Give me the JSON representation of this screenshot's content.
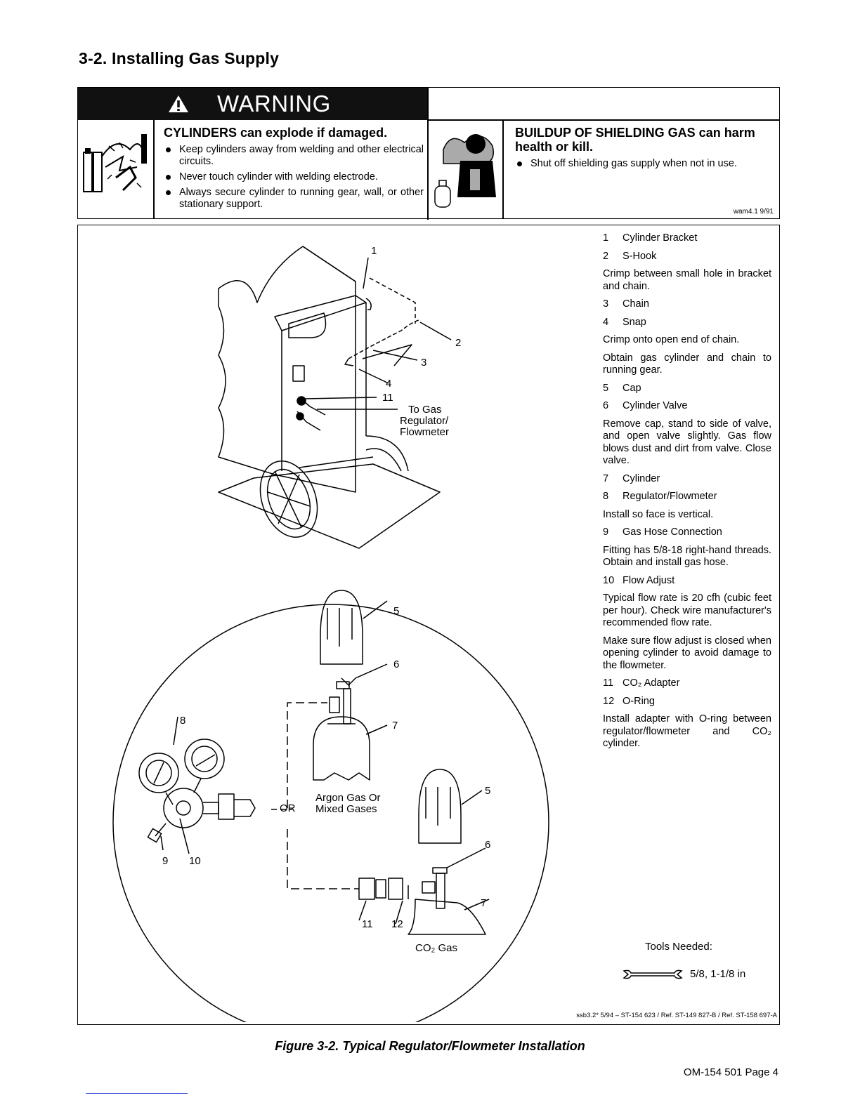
{
  "section_title": "3-2.   Installing Gas Supply",
  "warning": {
    "banner": "WARNING",
    "cylinders": {
      "title": "CYLINDERS can explode if damaged.",
      "bullets": [
        "Keep cylinders away from welding and other electrical circuits.",
        "Never touch cylinder with welding electrode.",
        "Always secure cylinder to running gear, wall, or other stationary support."
      ]
    },
    "shielding_gas": {
      "title": "BUILDUP OF SHIELDING GAS can harm health or kill.",
      "bullets": [
        "Shut off shielding gas supply when not in use."
      ]
    },
    "code": "wam4.1 9/91"
  },
  "diagram_labels": {
    "n1": "1",
    "n2": "2",
    "n3": "3",
    "n4": "4",
    "n11a": "11",
    "to_gas": "To Gas",
    "regulator": "Regulator/",
    "flowmeter": "Flowmeter",
    "n5a": "5",
    "n6a": "6",
    "n7a": "7",
    "n8": "8",
    "n9": "9",
    "n10": "10",
    "or": "OR",
    "argon_1": "Argon Gas Or",
    "argon_2": "Mixed Gases",
    "n5b": "5",
    "n6b": "6",
    "n7b": "7",
    "n11b": "11",
    "n12": "12",
    "co2_gas": "CO₂ Gas"
  },
  "legend": {
    "i1": {
      "num": "1",
      "label": "Cylinder Bracket"
    },
    "i2": {
      "num": "2",
      "label": "S-Hook"
    },
    "t2": "Crimp between small hole in bracket and chain.",
    "i3": {
      "num": "3",
      "label": "Chain"
    },
    "i4": {
      "num": "4",
      "label": "Snap"
    },
    "t4a": "Crimp onto open end of chain.",
    "t4b": "Obtain gas cylinder and chain to running gear.",
    "i5": {
      "num": "5",
      "label": "Cap"
    },
    "i6": {
      "num": "6",
      "label": "Cylinder Valve"
    },
    "t6": "Remove cap, stand to side of valve, and open valve slightly. Gas flow blows dust and dirt from valve. Close valve.",
    "i7": {
      "num": "7",
      "label": "Cylinder"
    },
    "i8": {
      "num": "8",
      "label": "Regulator/Flowmeter"
    },
    "t8": "Install so face is vertical.",
    "i9": {
      "num": "9",
      "label": "Gas Hose Connection"
    },
    "t9": "Fitting has 5/8-18 right-hand threads. Obtain and install gas hose.",
    "i10": {
      "num": "10",
      "label": "Flow Adjust"
    },
    "t10a": "Typical flow rate is 20 cfh (cubic feet per hour). Check wire manufacturer's recommended flow rate.",
    "t10b": "Make sure flow adjust is closed when opening cylinder to avoid damage to the flowmeter.",
    "i11": {
      "num": "11",
      "label": "CO₂ Adapter"
    },
    "i12": {
      "num": "12",
      "label": "O-Ring"
    },
    "t12": "Install adapter with O-ring between regulator/flowmeter and CO₂ cylinder."
  },
  "tools": {
    "label": "Tools Needed:",
    "sizes": "5/8, 1-1/8 in"
  },
  "figure_ref": "ssb3.2* 5/94 – ST-154 623 / Ref. ST-149 827-B / Ref. ST-158 697-A",
  "caption": "Figure 3-2. Typical Regulator/Flowmeter Installation",
  "page_number": "OM-154 501 Page 4"
}
